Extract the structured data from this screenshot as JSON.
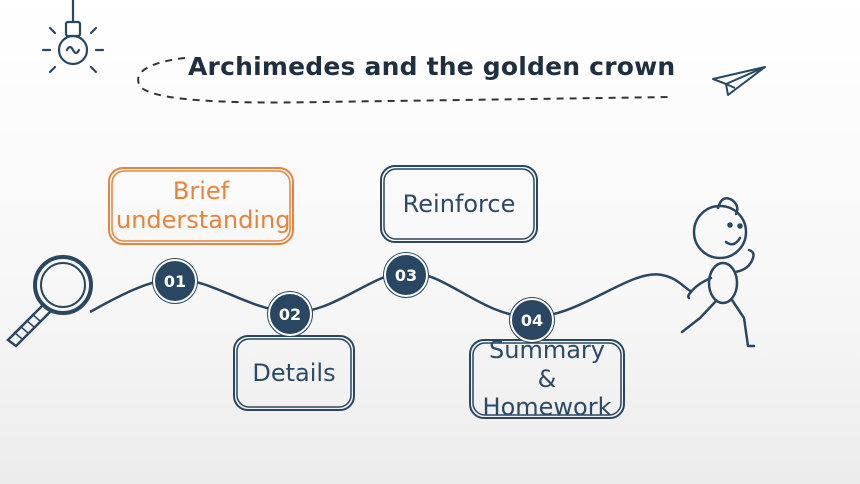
{
  "slide": {
    "title": "Archimedes and the golden crown",
    "colors": {
      "ink": "#294763",
      "accent": "#e9833a",
      "box_text": "#2c4a66"
    }
  },
  "icons": [
    "lightbulb-icon",
    "paper-plane-icon",
    "magnifier-icon",
    "stick-figure-icon"
  ],
  "steps": [
    {
      "number": "01",
      "label": "Brief understanding",
      "active": true
    },
    {
      "number": "02",
      "label": "Details",
      "active": false
    },
    {
      "number": "03",
      "label": "Reinforce",
      "active": false
    },
    {
      "number": "04",
      "label": "Summary & Homework",
      "active": false
    }
  ]
}
